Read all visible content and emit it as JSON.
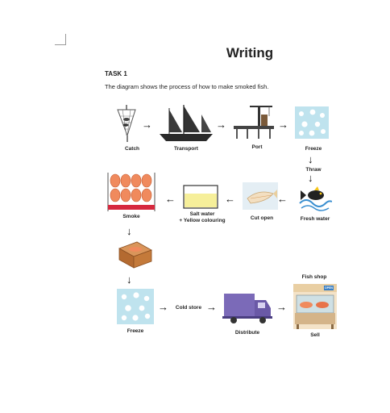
{
  "page": {
    "heading": "Writing",
    "task_label": "TASK 1",
    "description": "The diagram shows the process of how to make smoked fish."
  },
  "diagram": {
    "steps": {
      "catch": "Catch",
      "transport": "Transport",
      "port": "Port",
      "freeze_1": "Freeze",
      "thraw": "Thraw",
      "fresh_water": "Fresh water",
      "cut_open": "Cut open",
      "salt_water": "Salt water",
      "yellow_colouring": "+ Yellow colouring",
      "smoke": "Smoke",
      "freeze_2": "Freeze",
      "cold_store": "Cold store",
      "distribute": "Distribute",
      "fish_shop": "Fish shop",
      "sell": "Sell"
    },
    "shop_sign": "OPEN",
    "colors": {
      "ice": "#bfe3ee",
      "salmon": "#f08a5d",
      "truck": "#7b6ab8",
      "box": "#c47a3a",
      "smoke_tray": "#d6283e",
      "yellow_liquid": "#f6ef9a"
    },
    "arrow_glyphs": {
      "right": "→",
      "left": "←",
      "down": "↓"
    }
  }
}
